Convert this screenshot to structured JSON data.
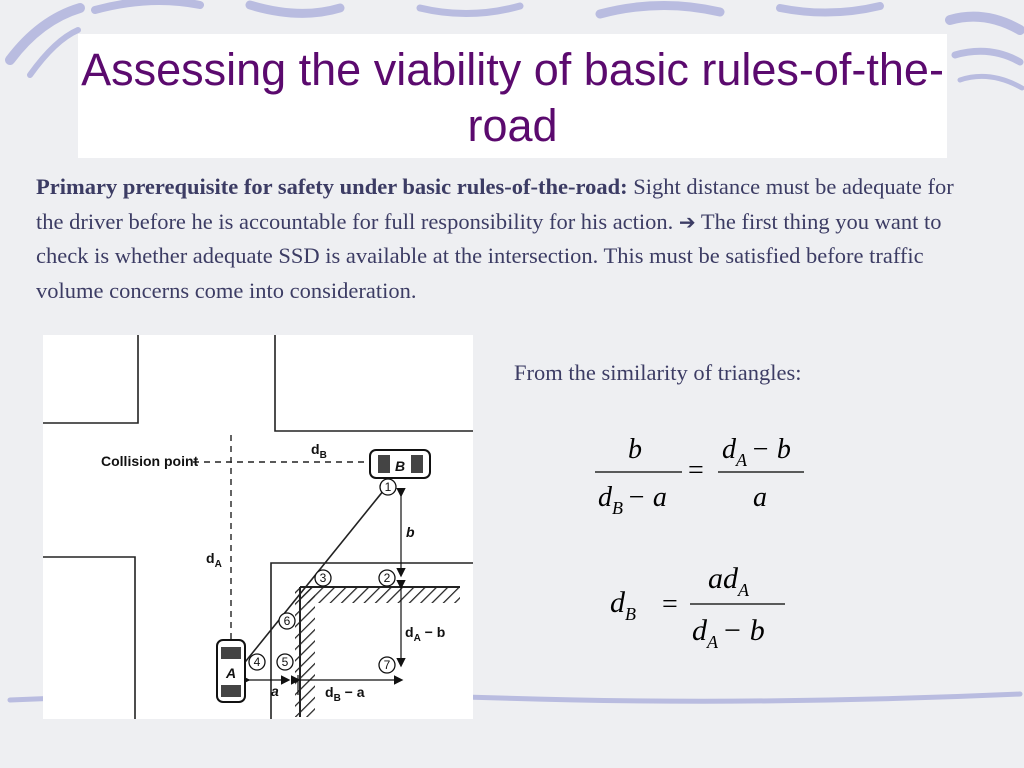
{
  "slide": {
    "title": "Assessing the viability of basic rules-of-the-road",
    "body_bold": "Primary prerequisite for safety under basic rules-of-the-road:",
    "body_1": " Sight distance must be adequate for the driver before he is accountable for full responsibility for his action. ",
    "arrow_icon": "right-arrow-icon",
    "body_2": " The first thing you want to check is whether adequate SSD is available at the intersection. This must be satisfied before traffic volume concerns come into consideration.",
    "similarity_label": "From the similarity of triangles:"
  },
  "figure": {
    "collision_label": "Collision point",
    "dB": "d",
    "dB_sub": "B",
    "dA": "d",
    "dA_sub": "A",
    "b_label": "b",
    "a_label": "a",
    "dA_minus_b": "d",
    "dA_minus_b_sub": "A",
    "dA_minus_b_tail": " − b",
    "dB_minus_a": "d",
    "dB_minus_a_sub": "B",
    "dB_minus_a_tail": " − a",
    "car_A": "A",
    "car_B": "B",
    "points": [
      "1",
      "2",
      "3",
      "4",
      "5",
      "6",
      "7"
    ]
  },
  "equations": {
    "eq1_num_left": "b",
    "eq1_den_left": "d",
    "eq1_den_left_sub": "B",
    "eq1_den_left_tail": "− a",
    "eq1_equals": "=",
    "eq1_num_right": "d",
    "eq1_num_right_sub": "A",
    "eq1_num_right_tail": "− b",
    "eq1_den_right": "a",
    "eq2_lhs": "d",
    "eq2_lhs_sub": "B",
    "eq2_equals": "=",
    "eq2_num": "ad",
    "eq2_num_sub": "A",
    "eq2_den": "d",
    "eq2_den_sub": "A",
    "eq2_den_tail": "− b"
  }
}
